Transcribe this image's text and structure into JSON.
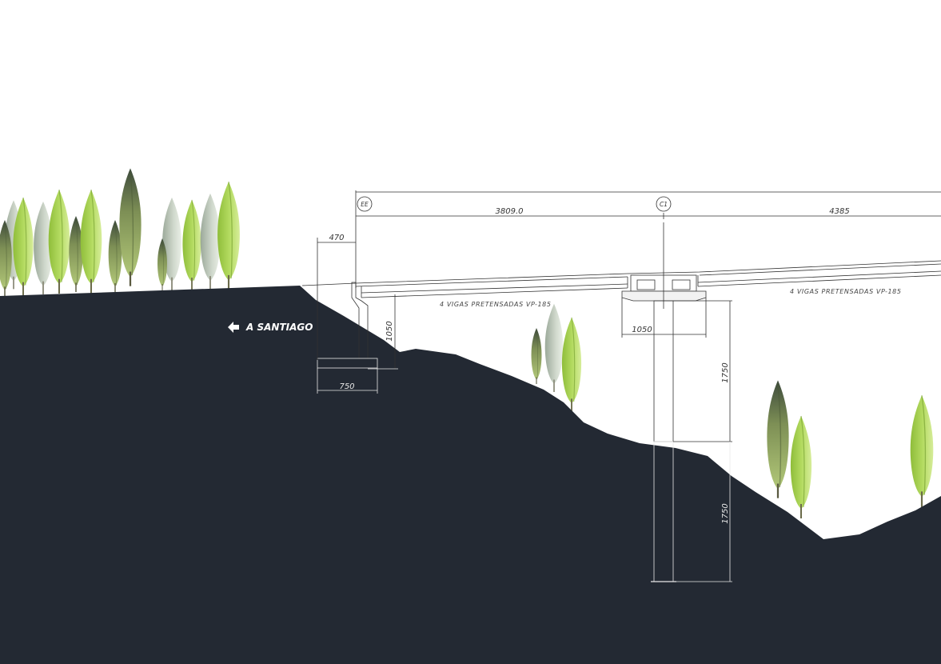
{
  "section": {
    "axis_labels": {
      "abutment": "EE",
      "pier": "C1"
    },
    "dimensions": {
      "span_1": "3809.0",
      "span_2": "4385",
      "abutment_offset": "470",
      "abutment_height": "1050",
      "footing_width": "750",
      "pier_cap_width": "1050",
      "pier_upper": "1750",
      "pier_lower": "1750"
    },
    "beam_notes": {
      "span_1": "4 VIGAS PRETENSADAS VP-185",
      "span_2": "4 VIGAS PRETENSADAS VP-185"
    },
    "direction": {
      "label": "A SANTIAGO",
      "icon": "arrow-left-icon"
    }
  },
  "colors": {
    "terrain": "#232933",
    "line": "#333333",
    "tree_light": "#a7d14a",
    "tree_dark": "#7a9a3a",
    "tree_grey": "#9aa89a"
  }
}
